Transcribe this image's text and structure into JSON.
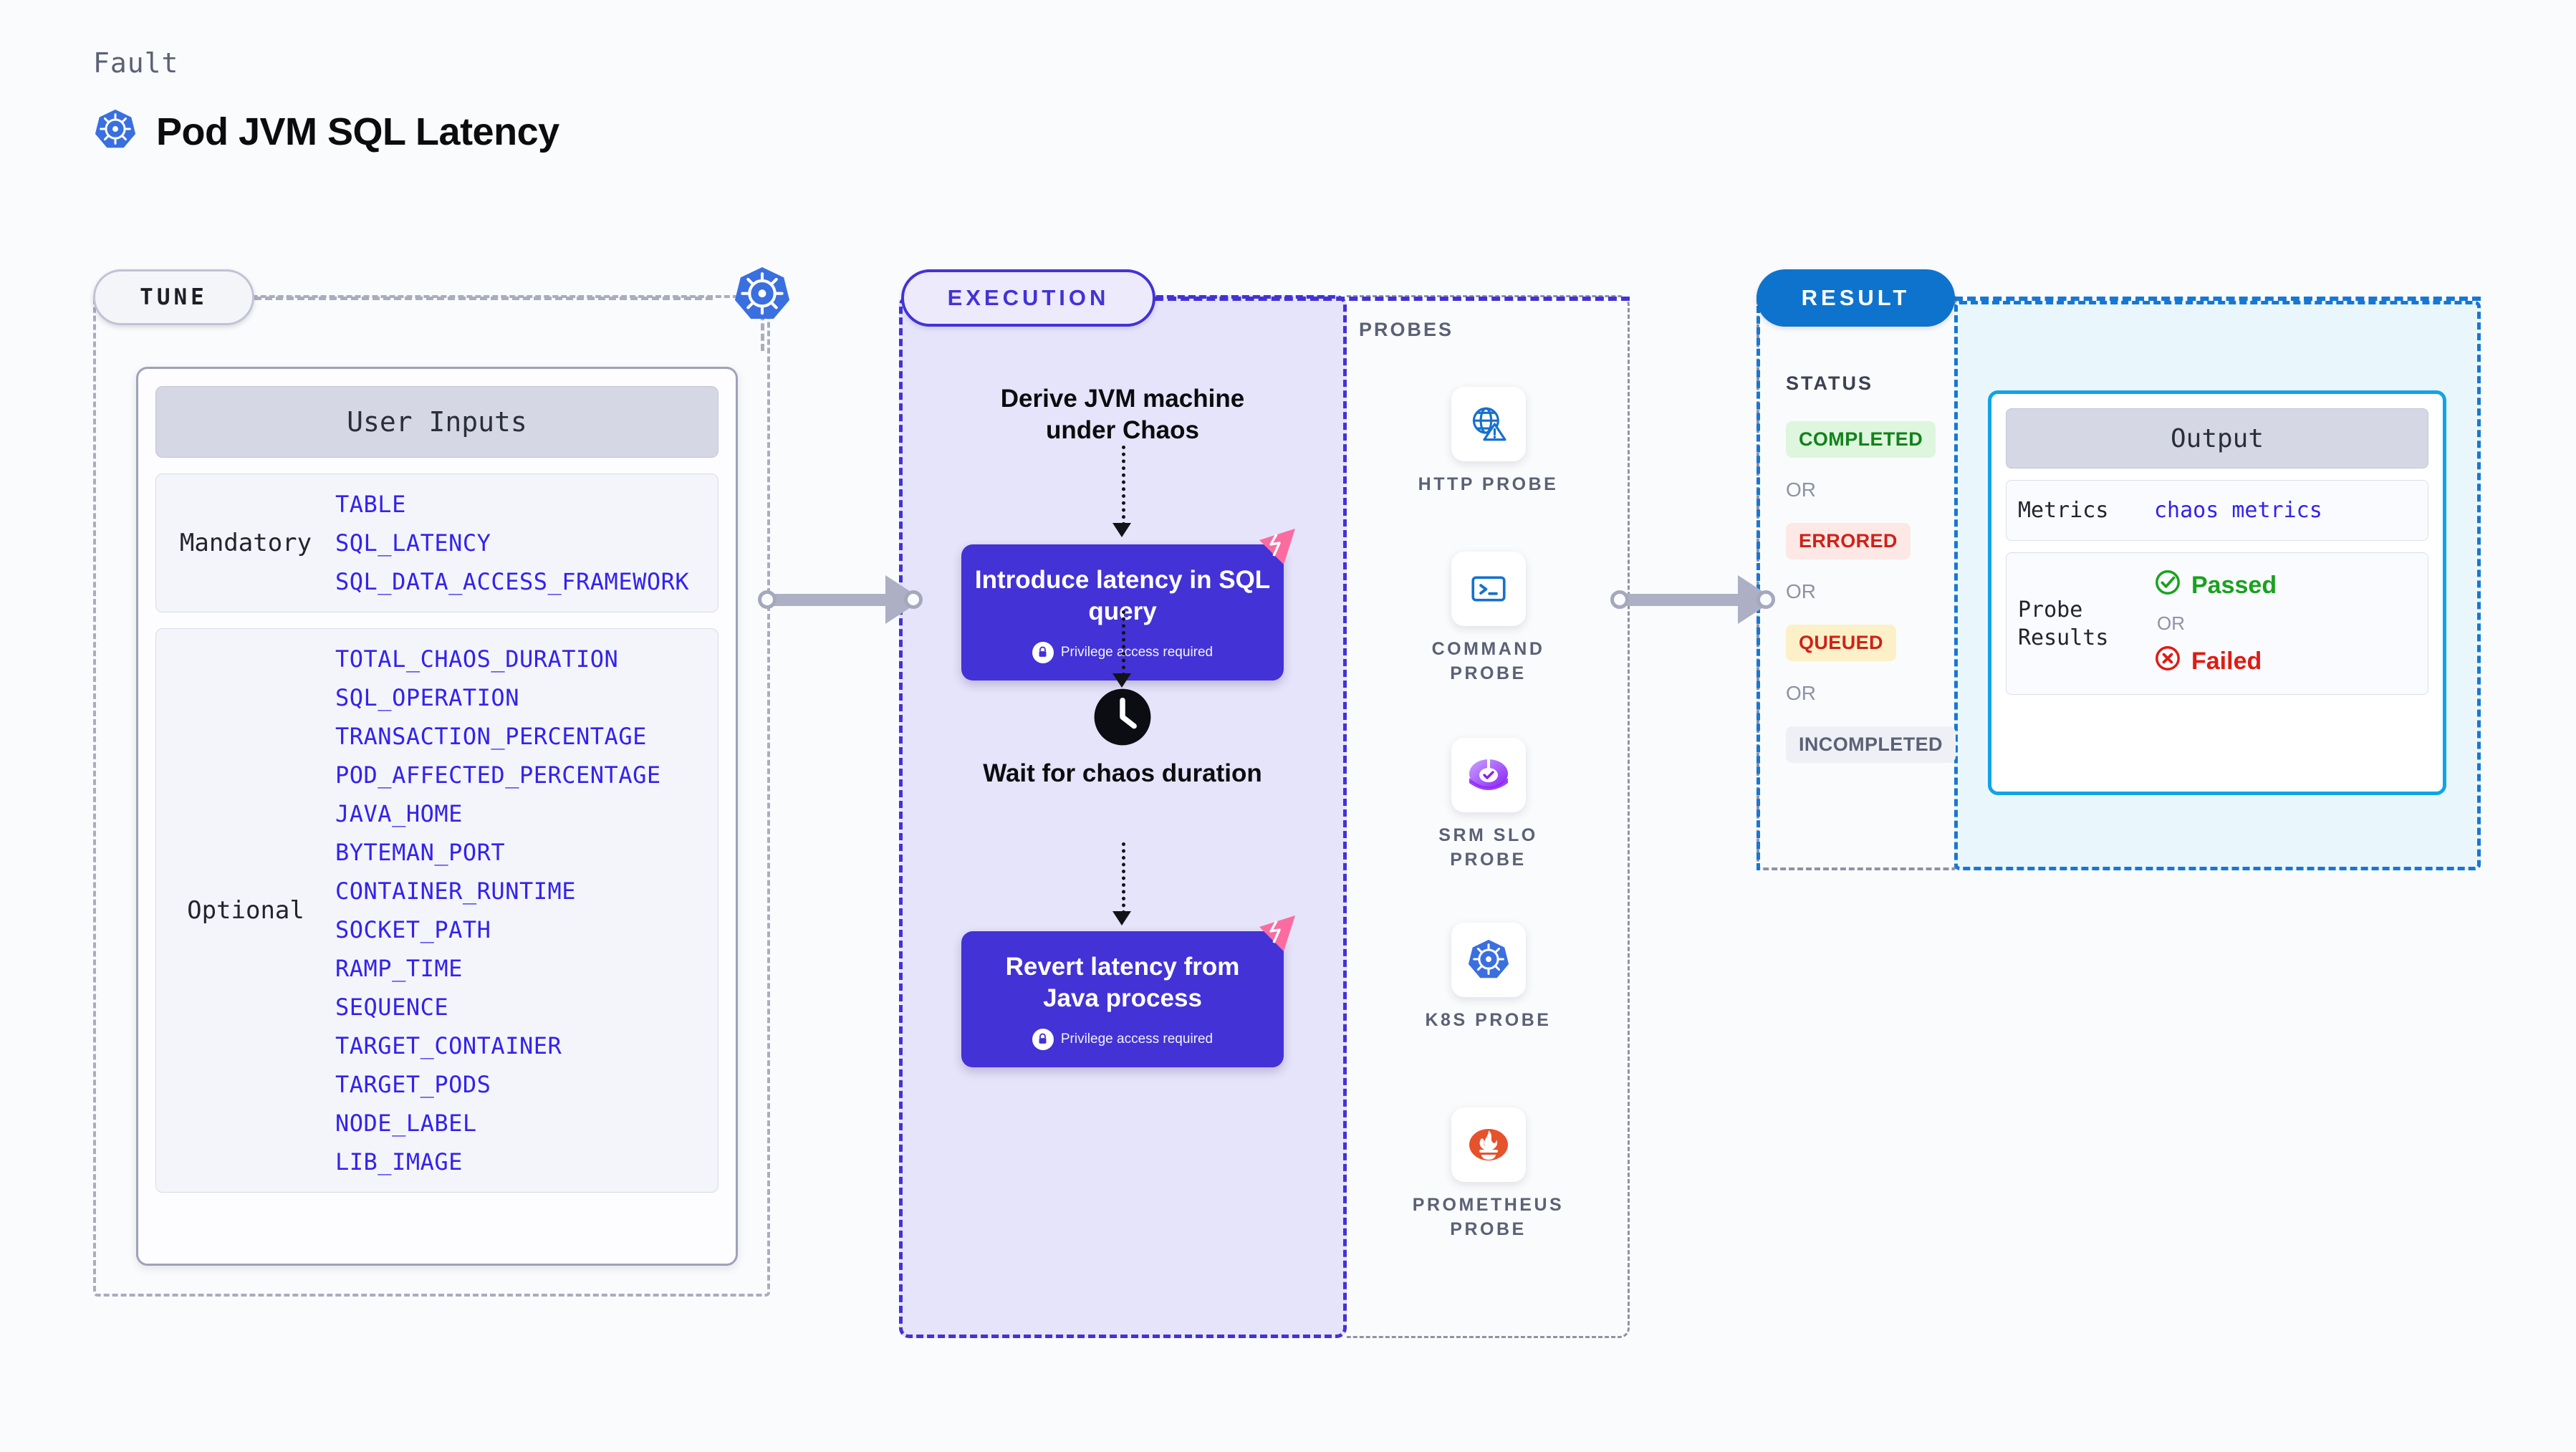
{
  "header": {
    "eyebrow": "Fault",
    "title": "Pod JVM SQL Latency",
    "icon": "kubernetes-icon"
  },
  "stages": {
    "tune": "TUNE",
    "execution": "EXECUTION",
    "result": "RESULT"
  },
  "tune": {
    "card_title": "User Inputs",
    "groups": [
      {
        "label": "Mandatory",
        "params": [
          "TABLE",
          "SQL_LATENCY",
          "SQL_DATA_ACCESS_FRAMEWORK"
        ]
      },
      {
        "label": "Optional",
        "params": [
          "TOTAL_CHAOS_DURATION",
          "SQL_OPERATION",
          "TRANSACTION_PERCENTAGE",
          "POD_AFFECTED_PERCENTAGE",
          "JAVA_HOME",
          "BYTEMAN_PORT",
          "CONTAINER_RUNTIME",
          "SOCKET_PATH",
          "RAMP_TIME",
          "SEQUENCE",
          "TARGET_CONTAINER",
          "TARGET_PODS",
          "NODE_LABEL",
          "LIB_IMAGE"
        ]
      }
    ]
  },
  "execution": {
    "derive_step": "Derive JVM machine under Chaos",
    "introduce_card": {
      "title": "Introduce latency in SQL query",
      "privilege_note": "Privilege access required",
      "badge_icon": "chaos-corner-icon",
      "lock_icon": "lock-icon"
    },
    "wait_step": {
      "icon": "clock-icon",
      "label": "Wait for chaos duration"
    },
    "revert_card": {
      "title": "Revert latency from Java process",
      "privilege_note": "Privilege access required",
      "badge_icon": "chaos-corner-icon",
      "lock_icon": "lock-icon"
    }
  },
  "probes": {
    "heading": "PROBES",
    "items": [
      {
        "label": "HTTP PROBE",
        "icon": "globe-warning-icon"
      },
      {
        "label": "COMMAND PROBE",
        "icon": "terminal-icon"
      },
      {
        "label": "SRM SLO PROBE",
        "icon": "srm-slo-icon"
      },
      {
        "label": "K8S PROBE",
        "icon": "kubernetes-icon"
      },
      {
        "label": "PROMETHEUS PROBE",
        "icon": "prometheus-icon"
      }
    ]
  },
  "result": {
    "status_heading": "STATUS",
    "or_label": "OR",
    "statuses": [
      {
        "label": "COMPLETED",
        "color": "#12821a",
        "bg": "#ddf6dd"
      },
      {
        "label": "ERRORED",
        "color": "#cf2218",
        "bg": "#fde8e6"
      },
      {
        "label": "QUEUED",
        "color": "#cf2218",
        "bg": "#fcf0c8"
      },
      {
        "label": "INCOMPLETED",
        "color": "#5b6175",
        "bg": "#eff0f5"
      }
    ]
  },
  "output": {
    "title": "Output",
    "metrics_key": "Metrics",
    "metrics_value": "chaos metrics",
    "probe_results_key": "Probe Results",
    "passed_label": "Passed",
    "failed_label": "Failed",
    "or_label": "OR",
    "passed_icon": "check-circle-icon",
    "failed_icon": "x-circle-icon"
  },
  "colors": {
    "accent_indigo": "#4332d6",
    "accent_blue": "#0e73cd",
    "accent_cyan": "#11a4e4",
    "param_blue": "#3322ee",
    "pink_badge": "#fa6ca0"
  }
}
